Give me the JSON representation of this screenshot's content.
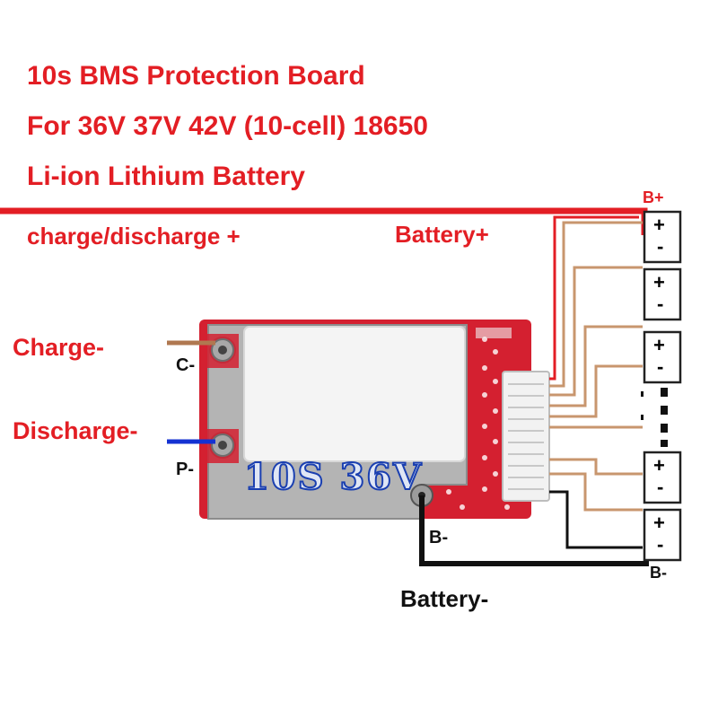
{
  "title": {
    "line1": "10s BMS Protection Board",
    "line2": "For 36V 37V 42V (10-cell) 18650",
    "line3": "Li-ion Lithium Battery"
  },
  "labels": {
    "charge_discharge_plus": "charge/discharge +",
    "battery_plus": "Battery+",
    "charge_minus": "Charge-",
    "discharge_minus": "Discharge-",
    "battery_minus": "Battery-",
    "pad_c": "C-",
    "pad_p": "P-",
    "pad_b": "B-",
    "cell_b_plus": "B+",
    "cell_b_minus": "B-",
    "board_marking": "10S 36V",
    "cell_plus_sign": "+",
    "cell_minus_sign": "-"
  },
  "colors": {
    "title_red": "#e31e24",
    "main_wire_red": "#e31e24",
    "balance_wire_brown": "#c8966e",
    "charge_wire_brown": "#b07850",
    "discharge_wire_blue": "#1432d2",
    "ground_wire_black": "#111111",
    "pcb_red": "#d42030",
    "heatsink_gray": "#b4b4b4",
    "label_sticker_white": "#f4f4f4",
    "board_marking_blue": "#1a3fb0"
  }
}
